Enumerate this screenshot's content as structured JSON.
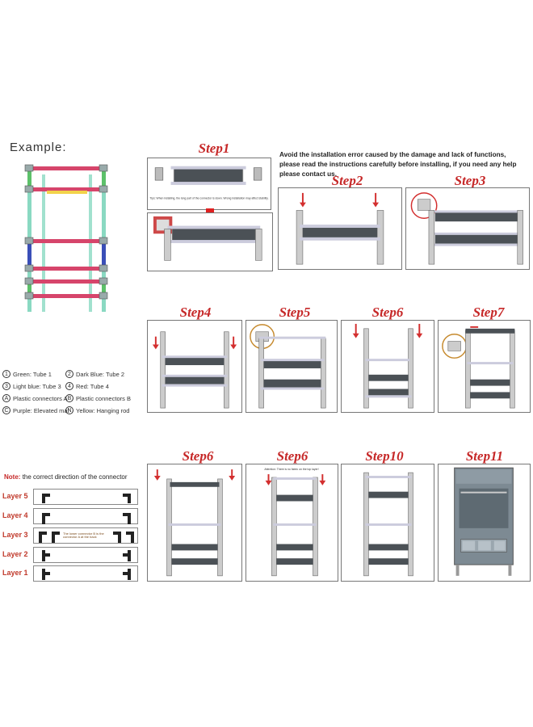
{
  "example": {
    "title": "Example:"
  },
  "warning": {
    "text": "Avoid the installation error caused by the damage and lack of functions, please read the instructions carefully before installing, if you need any help please contact us."
  },
  "steps": {
    "s1": "Step1",
    "s2": "Step2",
    "s3": "Step3",
    "s4": "Step4",
    "s5": "Step5",
    "s6": "Step6",
    "s7": "Step7",
    "s8": "Step6",
    "s9": "Step6",
    "s10": "Step10",
    "s11": "Step11"
  },
  "step1_tip": "Tips: When installing, the long part of the connector is down. Wrong installation may affect stability.",
  "step9_note": "Attention: There is no fabric on the top layer!",
  "legend": [
    {
      "symbol": "1",
      "text": "Green: Tube 1"
    },
    {
      "symbol": "2",
      "text": "Dark Blue: Tube 2"
    },
    {
      "symbol": "3",
      "text": "Light blue: Tube 3"
    },
    {
      "symbol": "4",
      "text": "Red: Tube 4"
    },
    {
      "symbol": "A",
      "text": "Plastic connectors A"
    },
    {
      "symbol": "B",
      "text": "Plastic connectors B"
    },
    {
      "symbol": "C",
      "text": "Purple: Elevated mat"
    },
    {
      "symbol": "N",
      "text": "Yellow: Hanging rod"
    }
  ],
  "note": {
    "label": "Note:",
    "text": "the correct direction of the connector"
  },
  "layers": [
    "Layer 5",
    "Layer 4",
    "Layer 3",
    "Layer 2",
    "Layer 1"
  ],
  "layer3_note": "The lower connector B is the connector A at the back",
  "colors": {
    "step_red": "#c62828",
    "tube_red": "#d6456b",
    "tube_green": "#5cc16a",
    "tube_blue": "#3a4fb8",
    "tube_lightblue": "#8ad9c2",
    "tube_yellow": "#f2d34a",
    "panel_grey": "#4b5156"
  }
}
